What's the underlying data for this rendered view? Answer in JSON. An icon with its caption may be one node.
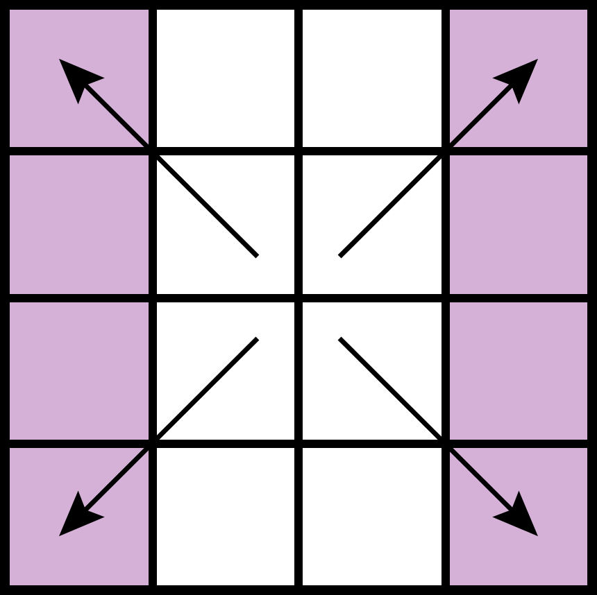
{
  "diagram": {
    "nodes": [
      {
        "text": [],
        "shape": "box"
      },
      {
        "text": [],
        "shape": "box"
      },
      {
        "text": [],
        "shape": "box"
      },
      {
        "text": [],
        "shape": "box"
      },
      {
        "text": [],
        "shape": "box"
      },
      {
        "text": [],
        "shape": "box"
      },
      {
        "text": [],
        "shape": "box"
      },
      {
        "text": [],
        "shape": "box"
      },
      {
        "text": [],
        "shape": "box"
      },
      {
        "text": [],
        "shape": "box"
      },
      {
        "text": [],
        "shape": "box"
      },
      {
        "text": [],
        "shape": "box"
      },
      {
        "text": [],
        "shape": "box"
      },
      {
        "text": [],
        "shape": "box"
      },
      {
        "text": [],
        "shape": "box"
      },
      {
        "text": [],
        "shape": "box"
      }
    ],
    "edges": [
      {
        "from": 5,
        "to": 0,
        "arrow": "to"
      },
      {
        "from": 6,
        "to": 3,
        "arrow": "to"
      },
      {
        "from": 9,
        "to": 12,
        "arrow": "to"
      },
      {
        "from": 10,
        "to": 15,
        "arrow": "to"
      }
    ]
  }
}
